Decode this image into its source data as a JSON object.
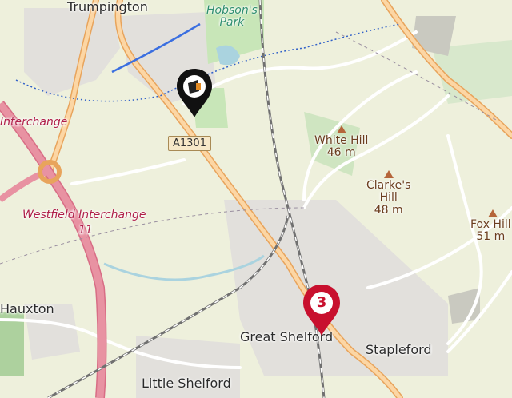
{
  "map": {
    "place_labels": {
      "trumpington": "Trumpington",
      "hauxton": "Hauxton",
      "great_shelford": "Great Shelford",
      "little_shelford": "Little Shelford",
      "stapleford": "Stapleford"
    },
    "park_label_line1": "Hobson's",
    "park_label_line2": "Park",
    "junction_labels": {
      "interchange_top": "Interchange",
      "westfield": "Westfield Interchange",
      "junction_number": "11"
    },
    "road_shield": "A1301",
    "hills": [
      {
        "name": "White Hill",
        "elevation": "46 m"
      },
      {
        "name_line1": "Clarke's",
        "name_line2": "Hill",
        "elevation": "48 m"
      },
      {
        "name": "Fox Hill",
        "elevation": "51 m"
      }
    ],
    "numbered_marker": "3",
    "icons": {
      "location_marker": "camera-pin-icon",
      "numbered_marker": "numbered-pin-icon",
      "peak": "peak-triangle-icon"
    },
    "colors": {
      "background": "#f2efe9",
      "motorway": "#e892a2",
      "primary_road": "#fcd6a4",
      "railway": "#707070",
      "marker_red": "#c8102e"
    }
  }
}
